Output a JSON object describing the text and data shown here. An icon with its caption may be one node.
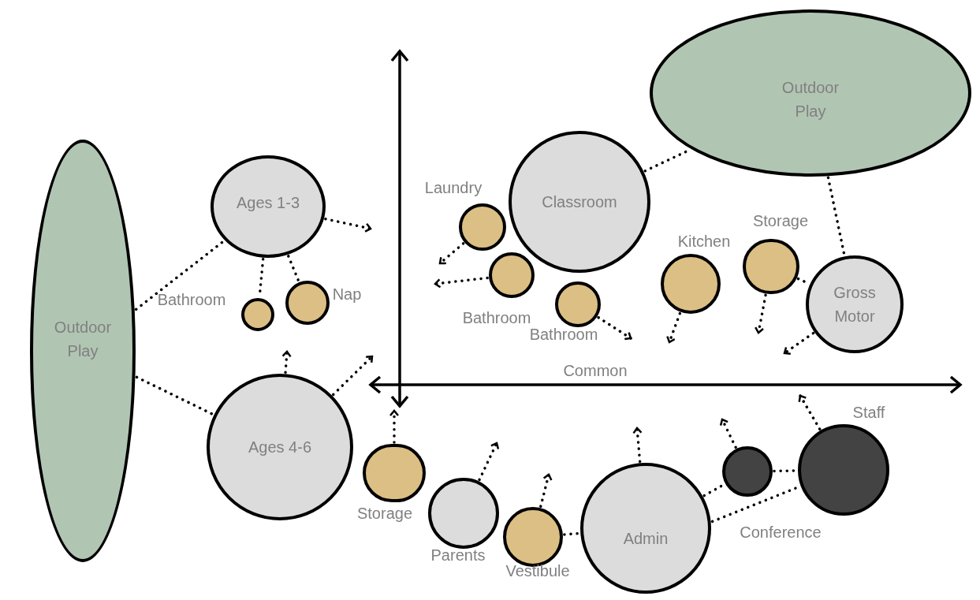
{
  "diagram": {
    "nodes": [
      {
        "text": [
          "Outdoor Play"
        ]
      },
      {
        "text": [
          "Ages 1-3"
        ]
      },
      {
        "text": [],
        "shape": "circle",
        "beside": [
          "Bathroom"
        ]
      },
      {
        "text": [],
        "shape": "circle",
        "beside": [
          "Nap"
        ]
      },
      {
        "text": [
          "Ages 4-6"
        ]
      },
      {
        "text": [],
        "shape": "circle",
        "beside": [
          "Laundry"
        ]
      },
      {
        "text": [
          "Classroom"
        ]
      },
      {
        "text": [],
        "shape": "circle",
        "beside": [
          "Bathroom"
        ]
      },
      {
        "text": [],
        "shape": "circle",
        "beside": [
          "Bathroom"
        ]
      },
      {
        "text": [
          "Outdoor Play"
        ]
      },
      {
        "text": [],
        "shape": "circle",
        "beside": [
          "Kitchen"
        ]
      },
      {
        "text": [],
        "shape": "circle",
        "beside": [
          "Storage"
        ]
      },
      {
        "text": [
          "Gross Motor"
        ]
      },
      {
        "text": [],
        "shape": "circle",
        "beside": [
          "Storage"
        ]
      },
      {
        "text": [],
        "shape": "circle",
        "beside": [
          "Parents"
        ]
      },
      {
        "text": [],
        "shape": "circle",
        "beside": [
          "Vestibule"
        ]
      },
      {
        "text": [
          "Admin"
        ]
      },
      {
        "text": [],
        "shape": "circle"
      },
      {
        "text": [],
        "shape": "circle",
        "beside": [
          "Staff"
        ]
      }
    ],
    "edges": [
      {
        "from": 0,
        "to": 1,
        "arrow": "none"
      },
      {
        "from": 0,
        "to": 4,
        "arrow": "none"
      },
      {
        "from": 1,
        "to": 2,
        "arrow": "none"
      },
      {
        "from": 1,
        "to": 3,
        "arrow": "none"
      },
      {
        "from": 6,
        "to": 9,
        "arrow": "none"
      },
      {
        "from": 9,
        "to": 12,
        "arrow": "none"
      },
      {
        "from": 11,
        "to": 12,
        "arrow": "none"
      },
      {
        "from": 15,
        "to": 16,
        "arrow": "none"
      },
      {
        "from": 16,
        "to": 17,
        "arrow": "none"
      },
      {
        "from": 17,
        "to": 18,
        "arrow": "none"
      },
      {
        "from": 16,
        "to": 18,
        "arrow": "none"
      },
      {
        "from": 1,
        "to": null,
        "arrow": "to"
      },
      {
        "from": 4,
        "to": null,
        "arrow": "to"
      },
      {
        "from": 4,
        "to": null,
        "arrow": "to"
      },
      {
        "from": 5,
        "to": null,
        "arrow": "to"
      },
      {
        "from": 7,
        "to": null,
        "arrow": "to"
      },
      {
        "from": 8,
        "to": null,
        "arrow": "to"
      },
      {
        "from": 10,
        "to": null,
        "arrow": "to"
      },
      {
        "from": 11,
        "to": null,
        "arrow": "to"
      },
      {
        "from": 12,
        "to": null,
        "arrow": "to"
      },
      {
        "from": 13,
        "to": null,
        "arrow": "to"
      },
      {
        "from": 14,
        "to": null,
        "arrow": "to"
      },
      {
        "from": 15,
        "to": null,
        "arrow": "to"
      },
      {
        "from": 16,
        "to": null,
        "arrow": "to"
      },
      {
        "from": 17,
        "to": null,
        "arrow": "to"
      },
      {
        "from": 18,
        "to": null,
        "arrow": "to"
      }
    ],
    "labels": [
      "Common",
      "Conference"
    ]
  }
}
